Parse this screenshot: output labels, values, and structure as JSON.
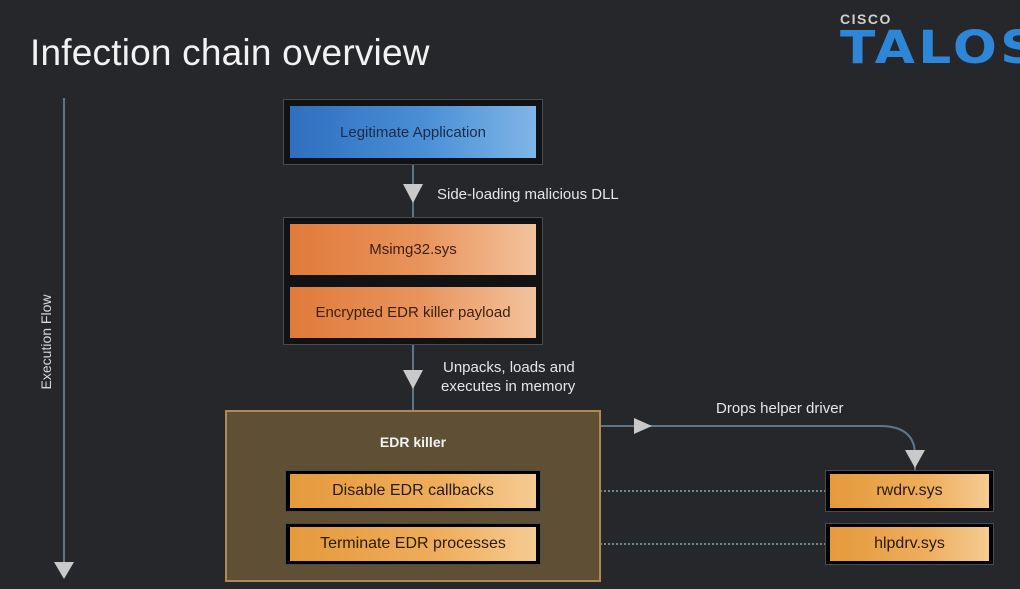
{
  "title": "Infection chain overview",
  "logo": {
    "brand": "CISCO",
    "product": "TALOS"
  },
  "axis_label": "Execution Flow",
  "nodes": {
    "legit_app": "Legitimate Application",
    "msimg": "Msimg32.sys",
    "payload": "Encrypted EDR killer payload",
    "edr_killer": "EDR killer",
    "disable_callbacks": "Disable EDR callbacks",
    "terminate_processes": "Terminate EDR processes",
    "rwdrv": "rwdrv.sys",
    "hlpdrv": "hlpdrv.sys"
  },
  "edges": {
    "sideload": "Side-loading malicious DLL",
    "unpack_line1": "Unpacks, loads and",
    "unpack_line2": "executes in memory",
    "drops": "Drops helper driver"
  },
  "colors": {
    "background": "#26272b",
    "brand_blue": "#2e86d8",
    "connector": "#5a7688",
    "arrowhead": "#c9c9c9"
  }
}
